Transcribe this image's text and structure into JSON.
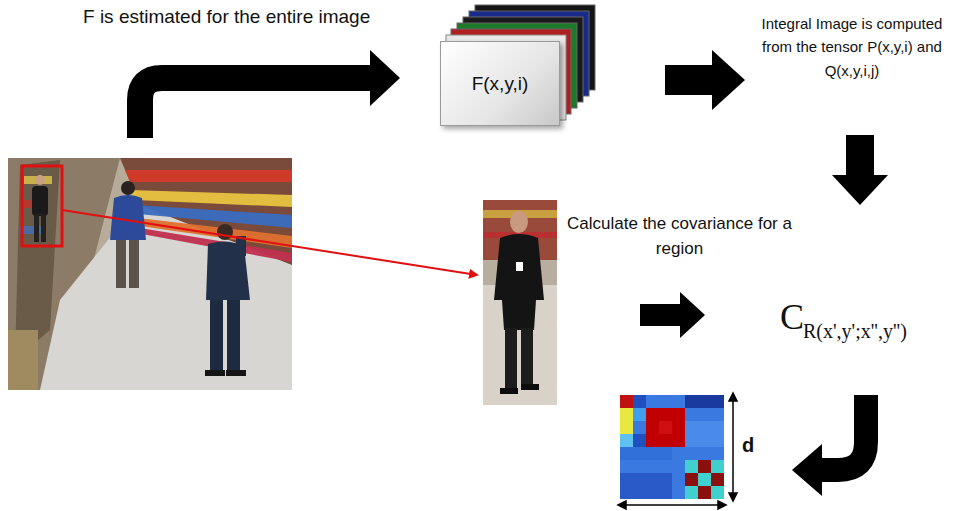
{
  "diagram": {
    "nodes": [
      {
        "text": [
          "F(x,y,i)"
        ]
      }
    ],
    "labels": [
      "F is estimated for the entire image",
      "Integral Image is computed from the tensor P(x,y,i) and Q(x,y,i,j)",
      "Calculate the covariance for a region",
      "C",
      "R(x',y';x'',y'')",
      "d"
    ]
  }
}
